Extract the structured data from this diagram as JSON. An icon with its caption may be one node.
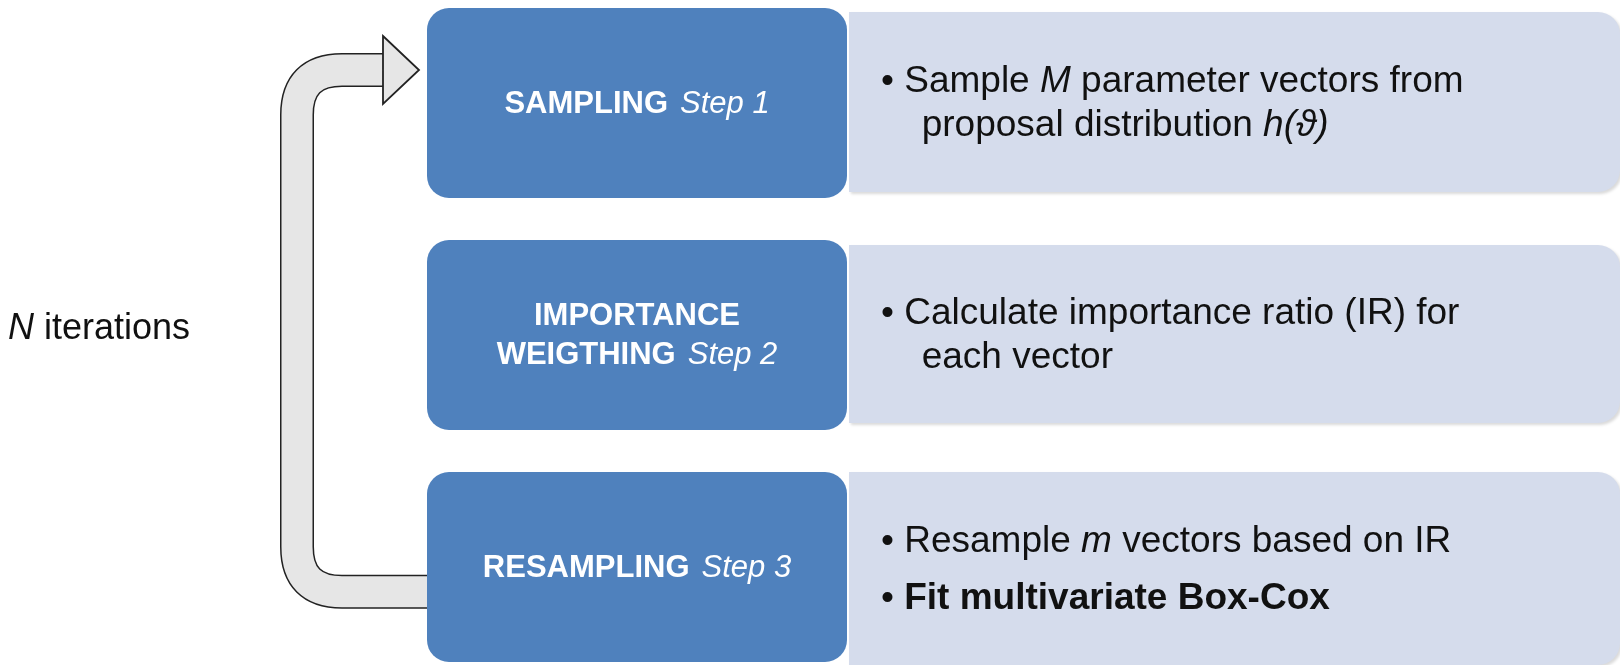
{
  "diagram": {
    "nodes": [
      {
        "text": [
          "SAMPLING",
          "Step 1"
        ]
      },
      {
        "text": [
          "• Sample *M* parameter vectors from proposal distribution *h(ϑ)*"
        ]
      },
      {
        "text": [
          "IMPORTANCE WEIGTHING",
          "Step 2"
        ]
      },
      {
        "text": [
          "• Calculate importance ratio (IR) for each vector"
        ]
      },
      {
        "text": [
          "RESAMPLING",
          "Step 3"
        ]
      },
      {
        "text": [
          "• Resample *m* vectors based on IR",
          "• **Fit multivariate Box-Cox**"
        ]
      }
    ],
    "edges": [
      {
        "from": 4,
        "to": 0,
        "arrow": "to",
        "label": "*N* iterations"
      }
    ]
  }
}
